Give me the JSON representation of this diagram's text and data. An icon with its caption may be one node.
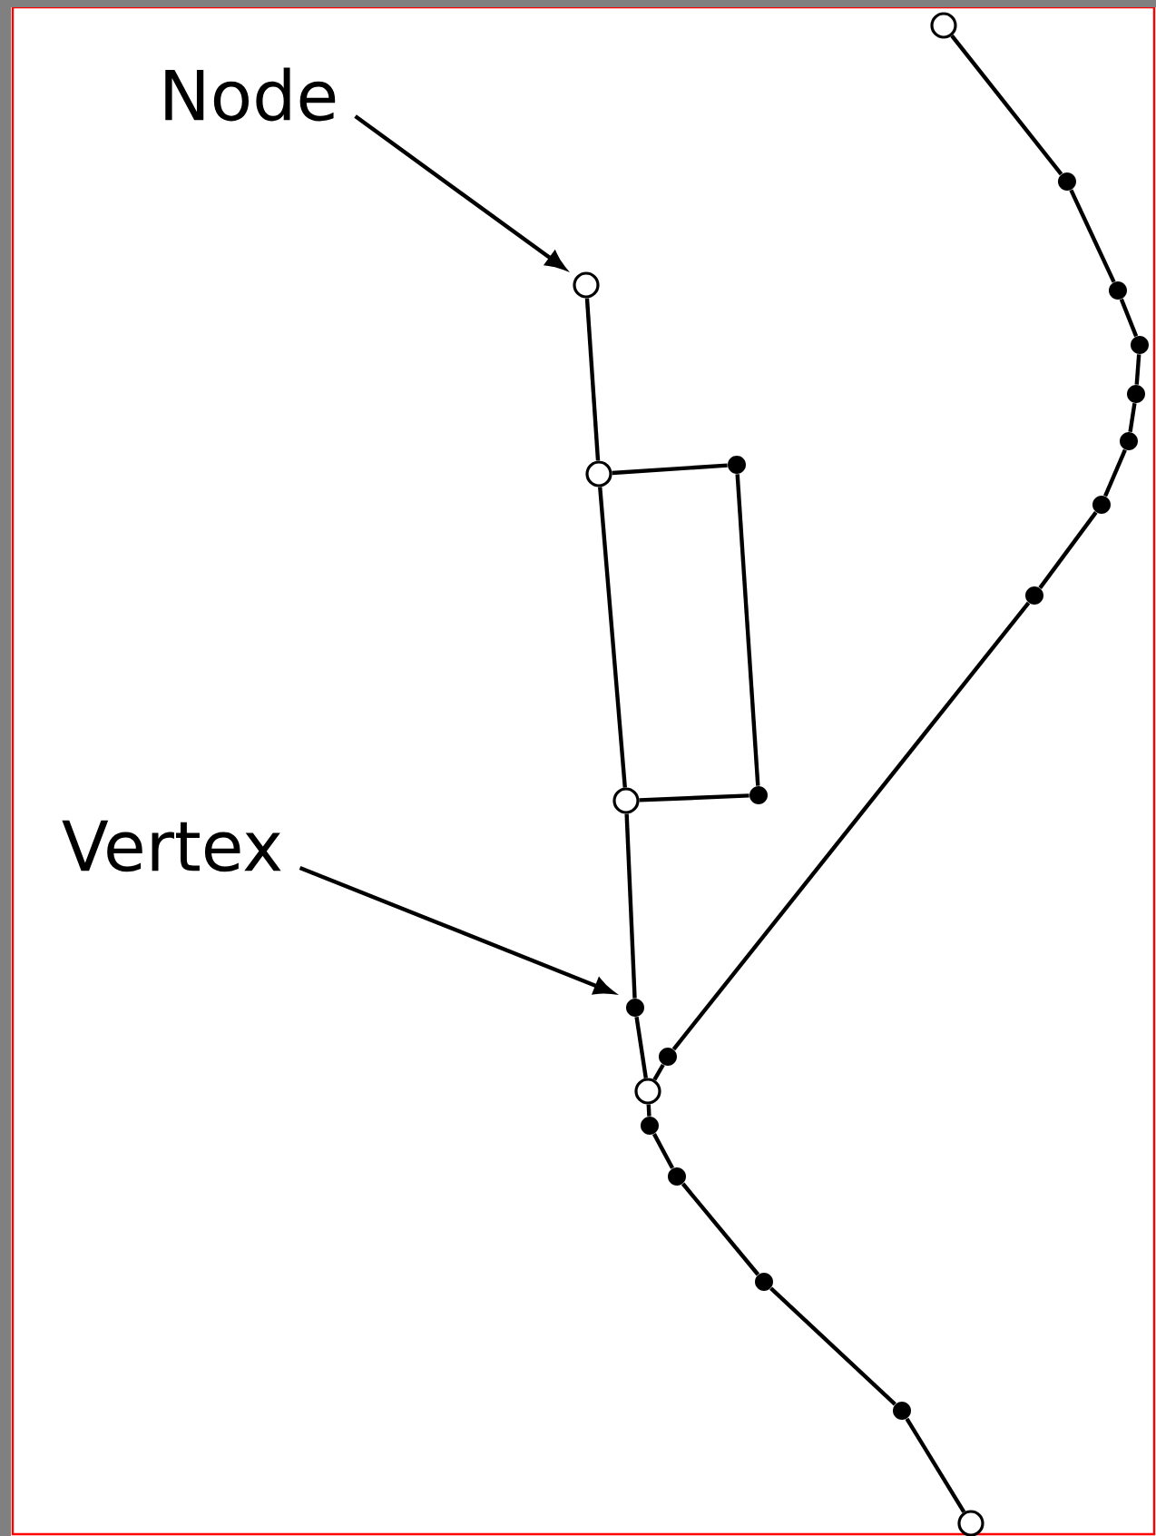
{
  "diagram": {
    "nodes": [
      {
        "text": [
          "Node"
        ]
      },
      {
        "text": [],
        "shape": "circle"
      },
      {
        "text": [],
        "shape": "dot"
      },
      {
        "text": [],
        "shape": "circle"
      },
      {
        "text": [],
        "shape": "dot"
      },
      {
        "text": [],
        "shape": "dot"
      },
      {
        "text": [],
        "shape": "dot"
      },
      {
        "text": [],
        "shape": "dot"
      },
      {
        "text": [],
        "shape": "dot"
      },
      {
        "text": [],
        "shape": "circle"
      },
      {
        "text": [],
        "shape": "dot"
      },
      {
        "text": [],
        "shape": "dot"
      },
      {
        "text": [],
        "shape": "dot"
      },
      {
        "text": [],
        "shape": "circle"
      },
      {
        "text": [
          "Vertex"
        ]
      },
      {
        "text": [],
        "shape": "dot"
      },
      {
        "text": [],
        "shape": "dot"
      },
      {
        "text": [],
        "shape": "circle"
      },
      {
        "text": [],
        "shape": "dot"
      },
      {
        "text": [],
        "shape": "dot"
      },
      {
        "text": [],
        "shape": "dot"
      },
      {
        "text": [],
        "shape": "dot"
      },
      {
        "text": [],
        "shape": "circle"
      }
    ],
    "edges": [
      {
        "from": 0,
        "to": 3,
        "arrow": "to"
      },
      {
        "from": 14,
        "to": 15,
        "arrow": "to"
      },
      {
        "from": 3,
        "to": 9,
        "arrow": "none"
      },
      {
        "from": 9,
        "to": 13,
        "arrow": "none"
      },
      {
        "from": 13,
        "to": 15,
        "arrow": "none"
      },
      {
        "from": 15,
        "to": 17,
        "arrow": "none"
      },
      {
        "from": 9,
        "to": 8,
        "arrow": "none"
      },
      {
        "from": 8,
        "to": 12,
        "arrow": "none"
      },
      {
        "from": 12,
        "to": 13,
        "arrow": "none"
      },
      {
        "from": 1,
        "to": 2,
        "arrow": "none"
      },
      {
        "from": 2,
        "to": 4,
        "arrow": "none"
      },
      {
        "from": 4,
        "to": 5,
        "arrow": "none"
      },
      {
        "from": 5,
        "to": 6,
        "arrow": "none"
      },
      {
        "from": 6,
        "to": 7,
        "arrow": "none"
      },
      {
        "from": 7,
        "to": 10,
        "arrow": "none"
      },
      {
        "from": 10,
        "to": 11,
        "arrow": "none"
      },
      {
        "from": 11,
        "to": 16,
        "arrow": "none"
      },
      {
        "from": 16,
        "to": 17,
        "arrow": "none"
      },
      {
        "from": 17,
        "to": 18,
        "arrow": "none"
      },
      {
        "from": 18,
        "to": 19,
        "arrow": "none"
      },
      {
        "from": 19,
        "to": 20,
        "arrow": "none"
      },
      {
        "from": 20,
        "to": 21,
        "arrow": "none"
      },
      {
        "from": 21,
        "to": 22,
        "arrow": "none"
      }
    ]
  }
}
